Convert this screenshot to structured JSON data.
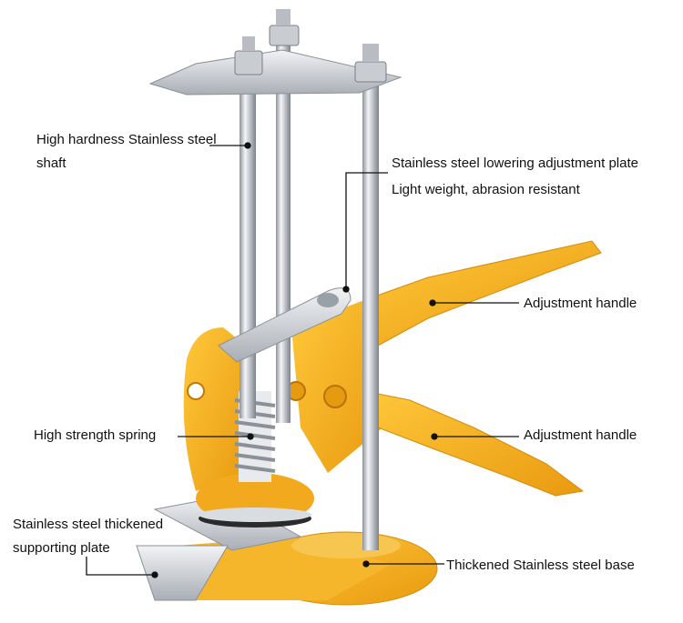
{
  "labels": {
    "shaft": "High hardness Stainless steel shaft",
    "plate_line1": "Stainless steel lowering adjustment plate",
    "plate_line2": "Light weight, abrasion resistant",
    "handle_top": "Adjustment handle",
    "spring": "High strength spring",
    "handle_bottom": "Adjustment handle",
    "support_plate": "Stainless steel thickened supporting plate",
    "base": "Thickened Stainless steel base"
  },
  "colors": {
    "body_yellow": "#F2A91E",
    "steel": "#C8CCD2",
    "line": "#111111"
  }
}
